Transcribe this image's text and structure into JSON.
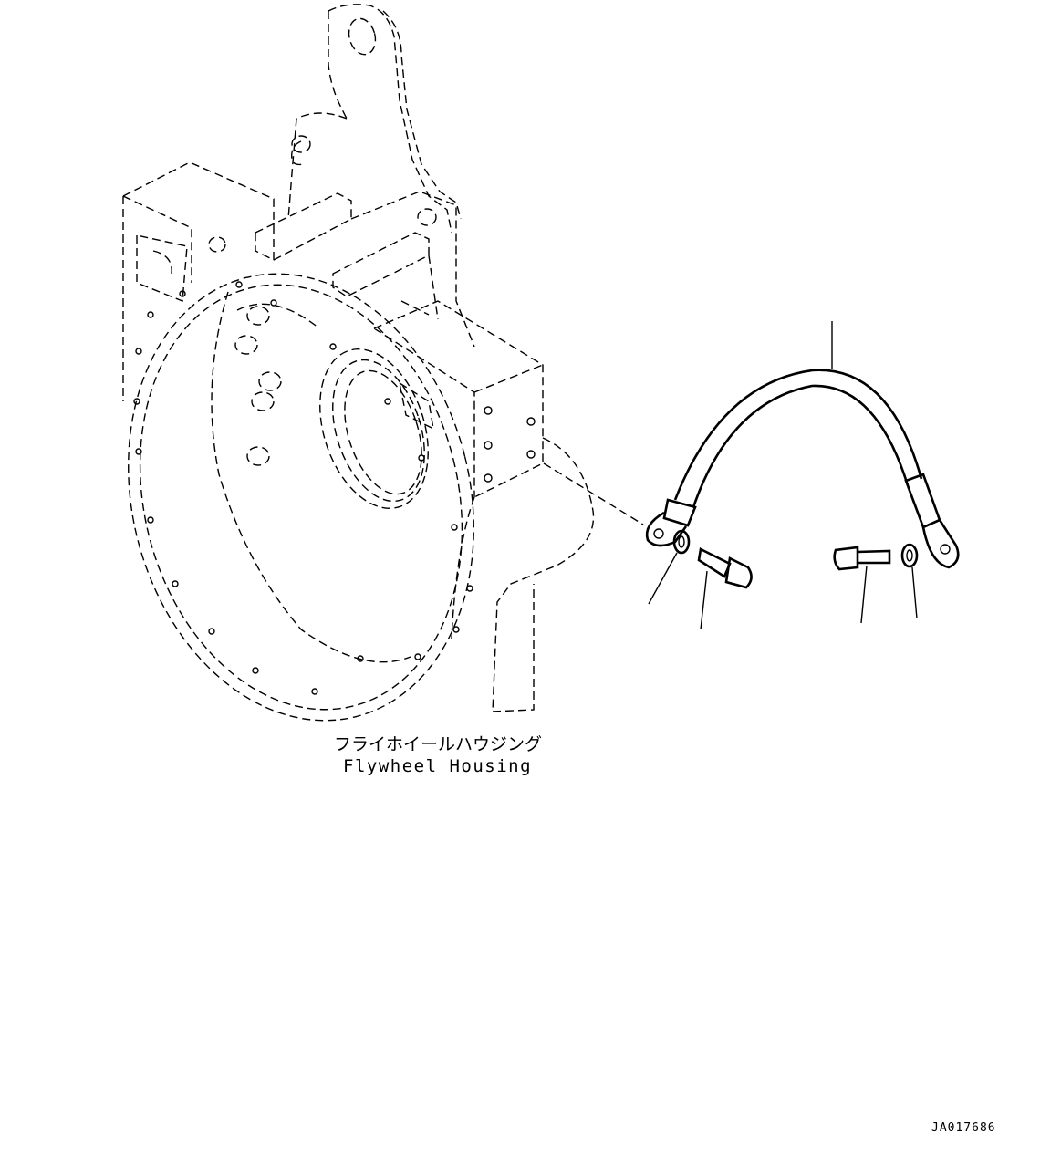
{
  "labels": {
    "housing_jp": "フライホイールハウジング",
    "housing_en": "Flywheel Housing",
    "drawing_id": "JA017686"
  },
  "colors": {
    "line": "#000000",
    "background": "#ffffff"
  },
  "parts": [
    {
      "name": "ground-cable"
    },
    {
      "name": "washer-left"
    },
    {
      "name": "bolt-left"
    },
    {
      "name": "bolt-right"
    },
    {
      "name": "washer-right"
    }
  ]
}
